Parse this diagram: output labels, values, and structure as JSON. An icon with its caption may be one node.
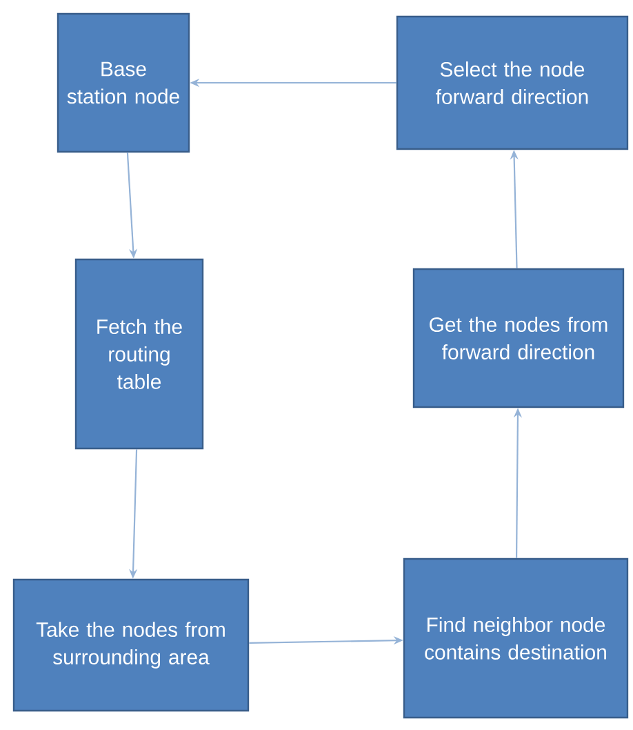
{
  "diagram": {
    "nodes": [
      {
        "text": [
          "Base station node"
        ]
      },
      {
        "text": [
          "Fetch the routing table"
        ]
      },
      {
        "text": [
          "Take the nodes from surrounding area"
        ]
      },
      {
        "text": [
          "Find neighbor node contains destination"
        ]
      },
      {
        "text": [
          "Get the nodes from forward direction"
        ]
      },
      {
        "text": [
          "Select the node forward direction"
        ]
      }
    ],
    "edges": [
      {
        "from": 5,
        "to": 0,
        "arrow": "to"
      },
      {
        "from": 0,
        "to": 1,
        "arrow": "to"
      },
      {
        "from": 1,
        "to": 2,
        "arrow": "to"
      },
      {
        "from": 2,
        "to": 3,
        "arrow": "to"
      },
      {
        "from": 3,
        "to": 4,
        "arrow": "to"
      },
      {
        "from": 4,
        "to": 5,
        "arrow": "to"
      }
    ]
  }
}
